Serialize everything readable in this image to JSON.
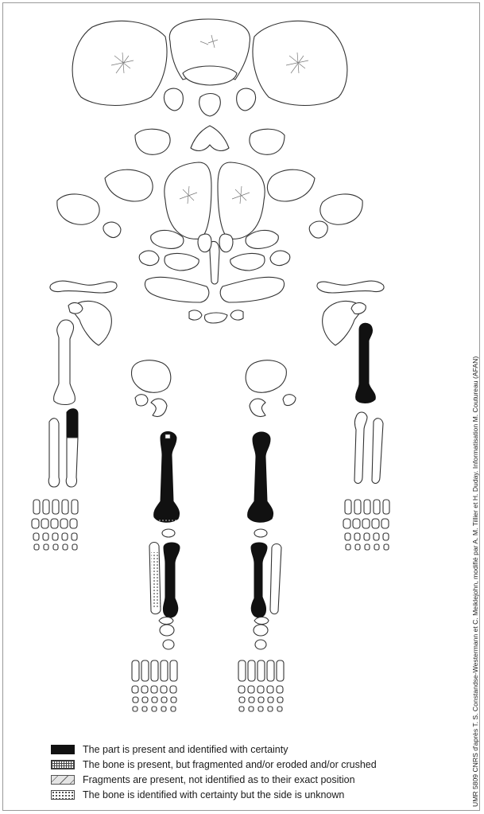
{
  "legend": [
    {
      "key": "present",
      "label": "The part is present and identified with certainty"
    },
    {
      "key": "fragmented",
      "label": "The bone is present, but fragmented and/or eroded and/or crushed"
    },
    {
      "key": "fragments",
      "label": "Fragments are present, not identified as to their exact position"
    },
    {
      "key": "side-unknown",
      "label": "The bone is identified with certainty but the side is unknown"
    }
  ],
  "credit": "UMR 5809 CNRS d'après T. S. Constandse-Westermann et C. Meiklejohn, modifié par A. M. Tillier et H. Duday. Informatisation M. Coutureau (AFAN)",
  "colors": {
    "present": "#111111",
    "outline": "#333333",
    "background": "#ffffff"
  }
}
